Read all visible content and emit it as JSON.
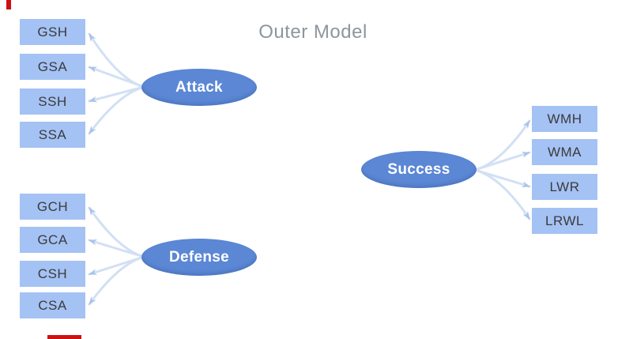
{
  "title": "Outer Model",
  "latents": {
    "attack": "Attack",
    "defense": "Defense",
    "success": "Success"
  },
  "indicators": {
    "attack": [
      "GSH",
      "GSA",
      "SSH",
      "SSA"
    ],
    "defense": [
      "GCH",
      "GCA",
      "CSH",
      "CSA"
    ],
    "success": [
      "WMH",
      "WMA",
      "LWR",
      "LRWL"
    ]
  },
  "connections": [
    {
      "from": "Attack",
      "to": "GSH"
    },
    {
      "from": "Attack",
      "to": "GSA"
    },
    {
      "from": "Attack",
      "to": "SSH"
    },
    {
      "from": "Attack",
      "to": "SSA"
    },
    {
      "from": "Defense",
      "to": "GCH"
    },
    {
      "from": "Defense",
      "to": "GCA"
    },
    {
      "from": "Defense",
      "to": "CSH"
    },
    {
      "from": "Defense",
      "to": "CSA"
    },
    {
      "from": "Success",
      "to": "WMH"
    },
    {
      "from": "Success",
      "to": "WMA"
    },
    {
      "from": "Success",
      "to": "LWR"
    },
    {
      "from": "Success",
      "to": "LRWL"
    }
  ],
  "colors": {
    "indicator_fill": "#a4c2f4",
    "latent_fill": "#5b87d5",
    "arrow_line": "#d2e0f4",
    "arrow_head": "#a9c3e9",
    "title_text": "#8d959e",
    "indicator_text": "#3b3b3b",
    "latent_text": "#ffffff",
    "edge_artifact": "#cc1111"
  }
}
